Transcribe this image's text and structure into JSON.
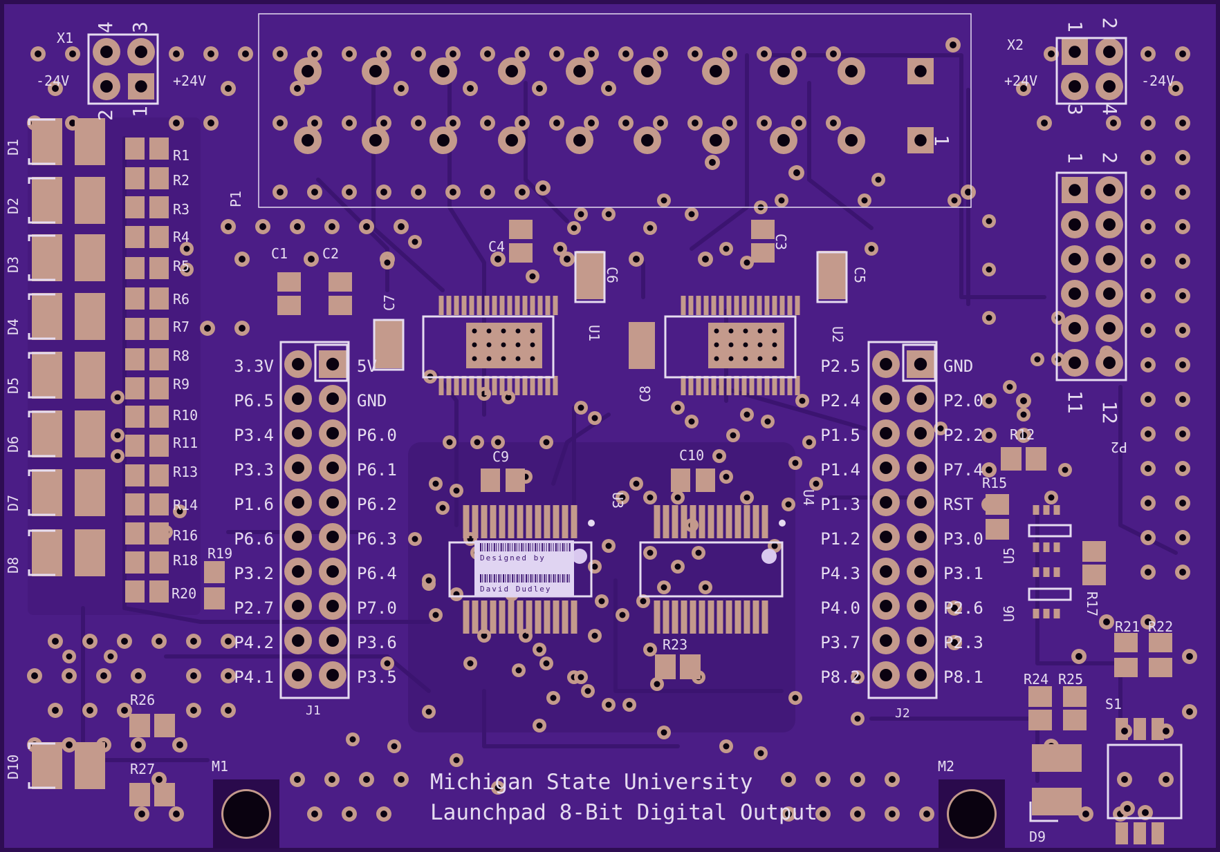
{
  "colors": {
    "board": "#4b1d86",
    "board_edge": "#2e0d52",
    "trace": "#3b1470",
    "copper": "#c49a8c",
    "silk": "#e6dcf0",
    "hole": "#0a0210",
    "ground_fill": "#421879"
  },
  "left_power": {
    "x1_label": "X1",
    "neg_label": "-24V",
    "pos_label": "+24V",
    "pins": [
      "4",
      "3",
      "2",
      "1"
    ]
  },
  "right_power": {
    "x2_label": "X2",
    "neg_label": "-24V",
    "pos_label": "+24V",
    "pins": [
      "1",
      "2",
      "3",
      "4"
    ]
  },
  "p1": {
    "label": "P1",
    "pin_one": "1"
  },
  "p2": {
    "label": "P2",
    "top_pins": [
      "1",
      "2"
    ],
    "bottom_pins": [
      "11",
      "12"
    ]
  },
  "diodes": [
    "D1",
    "D2",
    "D3",
    "D4",
    "D5",
    "D6",
    "D7",
    "D8"
  ],
  "d10": "D10",
  "d9": "D9",
  "resistors": [
    "R1",
    "R2",
    "R3",
    "R4",
    "R5",
    "R6",
    "R7",
    "R8",
    "R9",
    "R10",
    "R11",
    "R13",
    "R14",
    "R16",
    "R18",
    "R20"
  ],
  "r19": "R19",
  "r26": "R26",
  "r27": "R27",
  "r12": "R12",
  "r15": "R15",
  "r17": "R17",
  "r21": "R21",
  "r22": "R22",
  "r23": "R23",
  "r24": "R24",
  "r25": "R25",
  "caps": {
    "c1": "C1",
    "c2": "C2",
    "c3": "C3",
    "c4": "C4",
    "c5": "C5",
    "c6": "C6",
    "c7": "C7",
    "c8": "C8",
    "c9": "C9",
    "c10": "C10"
  },
  "ics": {
    "u1": "U1",
    "u2": "U2",
    "u3": "U3",
    "u4": "U4",
    "u5": "U5",
    "u6": "U6"
  },
  "j1": {
    "label": "J1",
    "left_pins": [
      "3.3V",
      "P6.5",
      "P3.4",
      "P3.3",
      "P1.6",
      "P6.6",
      "P3.2",
      "P2.7",
      "P4.2",
      "P4.1"
    ],
    "right_pins": [
      "5V",
      "GND",
      "P6.0",
      "P6.1",
      "P6.2",
      "P6.3",
      "P6.4",
      "P7.0",
      "P3.6",
      "P3.5"
    ]
  },
  "j2": {
    "label": "J2",
    "left_pins": [
      "P2.5",
      "P2.4",
      "P1.5",
      "P1.4",
      "P1.3",
      "P1.2",
      "P4.3",
      "P4.0",
      "P3.7",
      "P8.2"
    ],
    "right_pins": [
      "GND",
      "P2.0",
      "P2.2",
      "P7.4",
      "RST",
      "P3.0",
      "P3.1",
      "P2.6",
      "P2.3",
      "P8.1"
    ]
  },
  "s1": "S1",
  "m1": "M1",
  "m2": "M2",
  "designer": {
    "line1": "Designed by",
    "line2": "David Dudley"
  },
  "footer": {
    "line1": "Michigan State University",
    "line2": "Launchpad 8-Bit Digital Output"
  }
}
